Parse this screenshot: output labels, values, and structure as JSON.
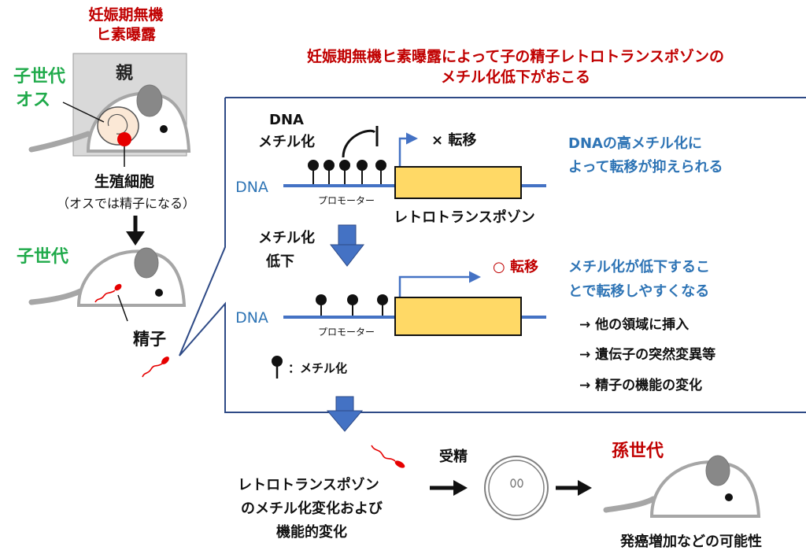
{
  "colors": {
    "red": "#c00000",
    "green": "#1faa4a",
    "blue": "#2e74b5",
    "dna": "#4472c4",
    "gene": "#ffd966",
    "arrow": "#4472c4",
    "mouse": "#a6a6a6",
    "box": "#d9d9d9"
  },
  "exposure": {
    "line1": "妊娠期無機",
    "line2": "ヒ素曝露"
  },
  "parent": {
    "label": "親"
  },
  "offspring_male": {
    "line1": "子世代",
    "line2": "オス"
  },
  "germ_cell": {
    "line1": "生殖細胞",
    "line2": "（オスでは精子になる）"
  },
  "offspring": {
    "label": "子世代"
  },
  "sperm_label": "精子",
  "headline": {
    "line1": "妊娠期無機ヒ素曝露によって子の精子レトロトランスポゾンの",
    "line2": "メチル化低下がおこる"
  },
  "top_panel": {
    "dna_methyl_line1": "DNA",
    "dna_methyl_line2": "メチル化",
    "no_transfer": "× 転移",
    "dna_label": "DNA",
    "promoter": "プロモーター",
    "retro": "レトロトランスポゾン",
    "note_line1": "DNAの高メチル化に",
    "note_line2": "よって転移が抑えられる"
  },
  "decrease": {
    "line1": "メチル化",
    "line2": "低下"
  },
  "bottom_panel": {
    "transfer": "○ 転移",
    "dna_label": "DNA",
    "promoter": "プロモーター",
    "note_line1": "メチル化が低下するこ",
    "note_line2": "とで転移しやすくなる",
    "effects": [
      "→ 他の領域に挿入",
      "→ 遺伝子の突然変異等",
      "→ 精子の機能の変化"
    ]
  },
  "legend": {
    "methyl": "：メチル化"
  },
  "result": {
    "line1": "レトロトランスポゾン",
    "line2": "のメチル化変化および",
    "line3": "機能的変化"
  },
  "fertilization": "受精",
  "grandchild": {
    "label": "孫世代",
    "outcome": "発癌増加などの可能性"
  }
}
